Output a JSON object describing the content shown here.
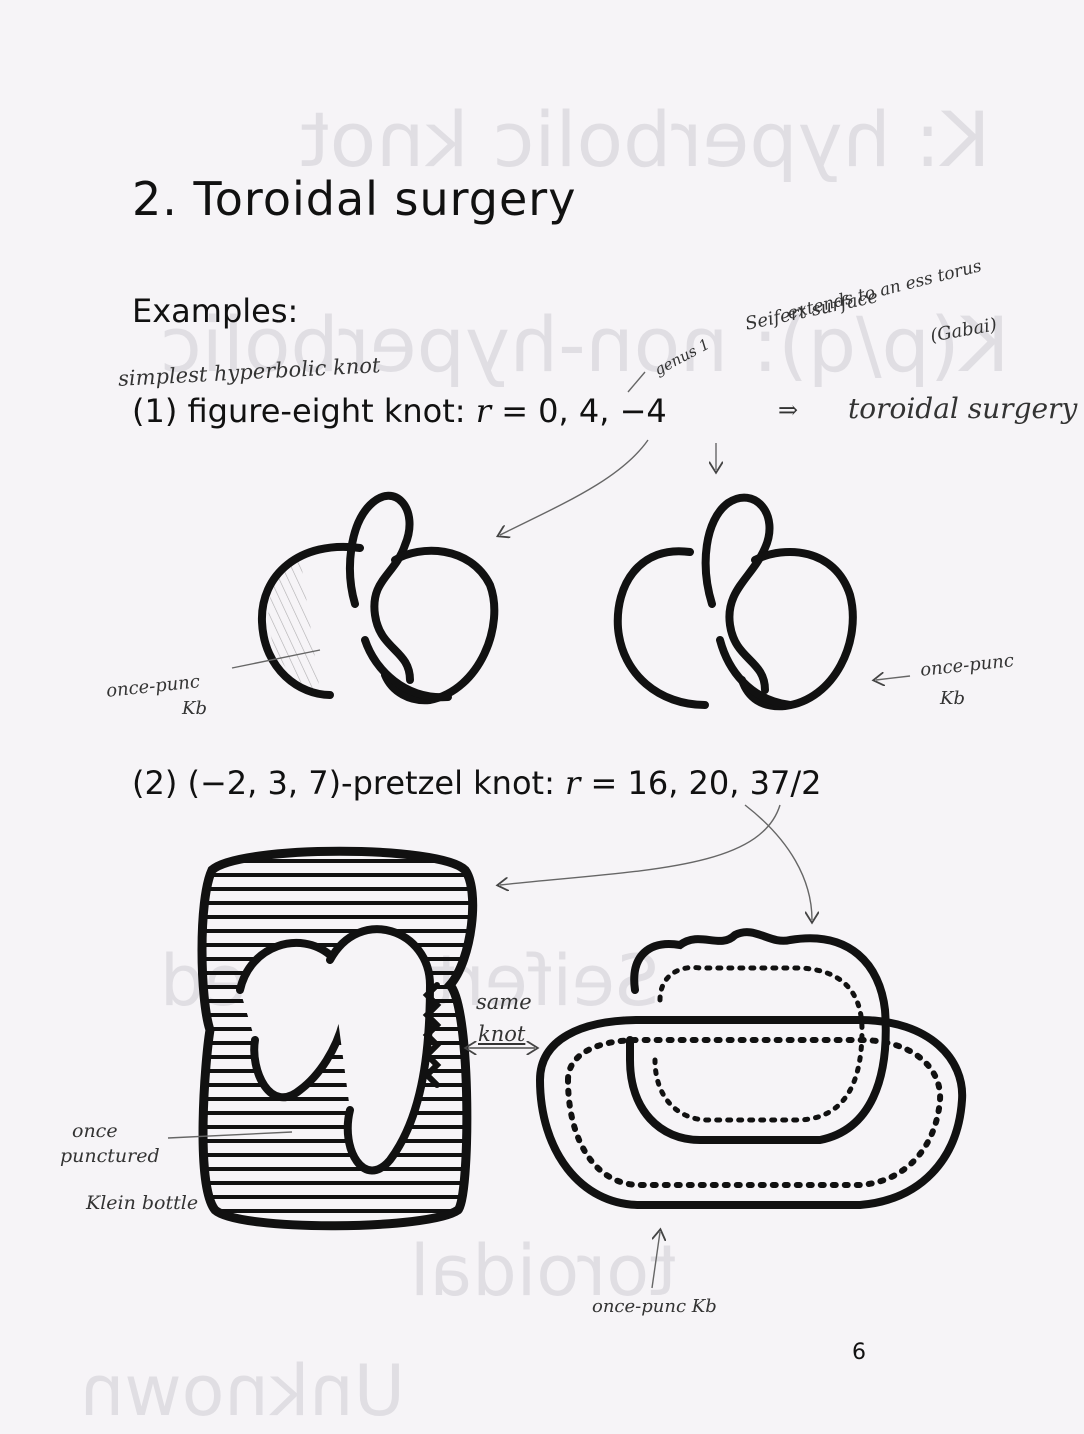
{
  "slide": {
    "title": "2.  Toroidal surgery",
    "examples_label": "Examples:",
    "example1": {
      "label": "(1) figure-eight knot:",
      "r_symbol": "r",
      "r_values": "= 0, 4, −4"
    },
    "example2": {
      "label": "(2) (−2, 3, 7)-pretzel knot:",
      "r_symbol": "r",
      "r_values": "= 16, 20, 37/2"
    },
    "page_number": "6"
  },
  "annotations": {
    "simplest": "simplest hyperbolic knot",
    "arrow_toroidal": "⇒",
    "toroidal_surgery": "toroidal surgery",
    "genus": "genus 1",
    "seifert": "Seifert surface",
    "extends": "extends to an ess torus",
    "gabai": "(Gabai)",
    "once_punc_kb_1": "once-punc",
    "kb_1": "Kb",
    "once_punc_kb_2": "once-punc",
    "kb_2": "Kb",
    "same_knot_1": "same",
    "same_knot_2": "knot",
    "once_punctured_1": "once",
    "once_punctured_2": "punctured",
    "klein_bottle": "Klein bottle",
    "once_punc_kb_3": "once-punc Kb"
  },
  "show_through": {
    "line1": "K: hyperbolic knot",
    "line2": "K(p/q): non-hyperbolic",
    "line3": "Seifert fibered",
    "line4": "toroidal",
    "line5": "Unknown"
  }
}
